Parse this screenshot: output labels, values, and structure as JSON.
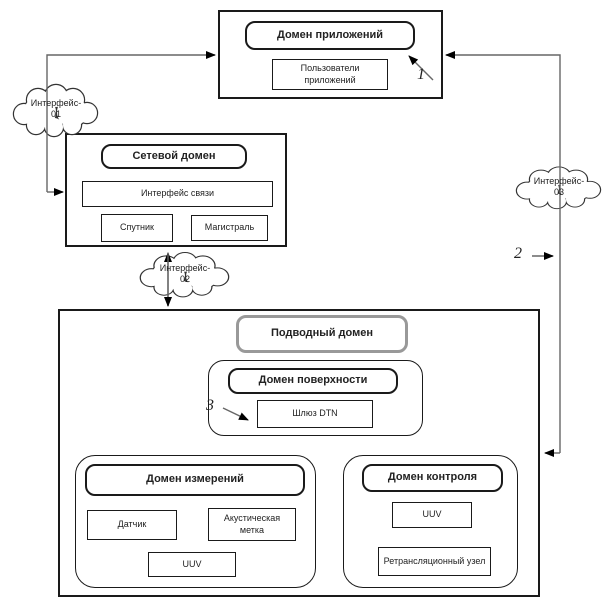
{
  "app_domain": {
    "title": "Домен приложений",
    "users": "Пользователи приложений"
  },
  "network_domain": {
    "title": "Сетевой домен",
    "comm_interface": "Интерфейс связи",
    "satellite": "Спутник",
    "backbone": "Магистраль"
  },
  "underwater_domain": {
    "title": "Подводный домен"
  },
  "surface_domain": {
    "title": "Домен поверхности",
    "dtn_gateway": "Шлюз DTN"
  },
  "measurement_domain": {
    "title": "Домен измерений",
    "sensor": "Датчик",
    "acoustic_tag": "Акустическая метка",
    "uuv": "UUV"
  },
  "control_domain": {
    "title": "Домен контроля",
    "uuv": "UUV",
    "relay_node": "Ретрансляционный узел"
  },
  "clouds": {
    "interface01": {
      "line1": "Интерфейс-",
      "line2": "01"
    },
    "interface02": {
      "line1": "Интерфейс-",
      "line2": "02"
    },
    "interface03": {
      "line1": "Интерфейс-",
      "line2": "03"
    }
  },
  "callouts": {
    "n1": "1",
    "n2": "2",
    "n3": "3"
  },
  "colors": {
    "line": "#666666",
    "arrowhead": "#000000",
    "box_border": "#1a1a1a",
    "underwater_title_border": "#999999",
    "background": "#ffffff"
  }
}
